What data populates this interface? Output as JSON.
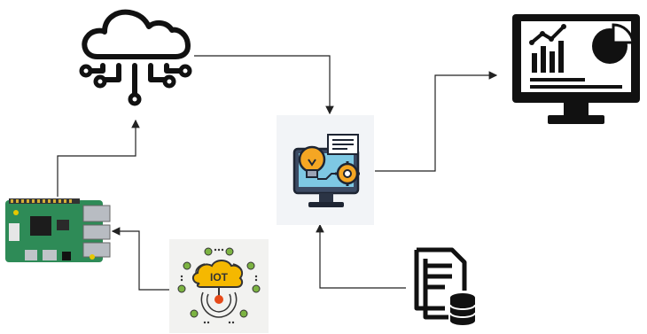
{
  "nodes": {
    "cloud": {
      "icon": "cloud-network-icon"
    },
    "analytics": {
      "icon": "analytics-idea-computer-icon"
    },
    "dashboard": {
      "icon": "monitor-dashboard-icon"
    },
    "raspberry_pi": {
      "icon": "raspberry-pi-board-icon"
    },
    "iot": {
      "icon": "iot-cloud-icon",
      "label": "IOT"
    },
    "database": {
      "icon": "documents-database-icon"
    }
  },
  "edges": [
    {
      "from": "cloud",
      "to": "analytics"
    },
    {
      "from": "raspberry_pi",
      "to": "cloud"
    },
    {
      "from": "analytics",
      "to": "dashboard"
    },
    {
      "from": "iot",
      "to": "raspberry_pi"
    },
    {
      "from": "database",
      "to": "analytics"
    }
  ],
  "colors": {
    "line": "#222222",
    "accent_orange": "#f5a623",
    "accent_green": "#7cb342",
    "board_green": "#2e8b57"
  }
}
